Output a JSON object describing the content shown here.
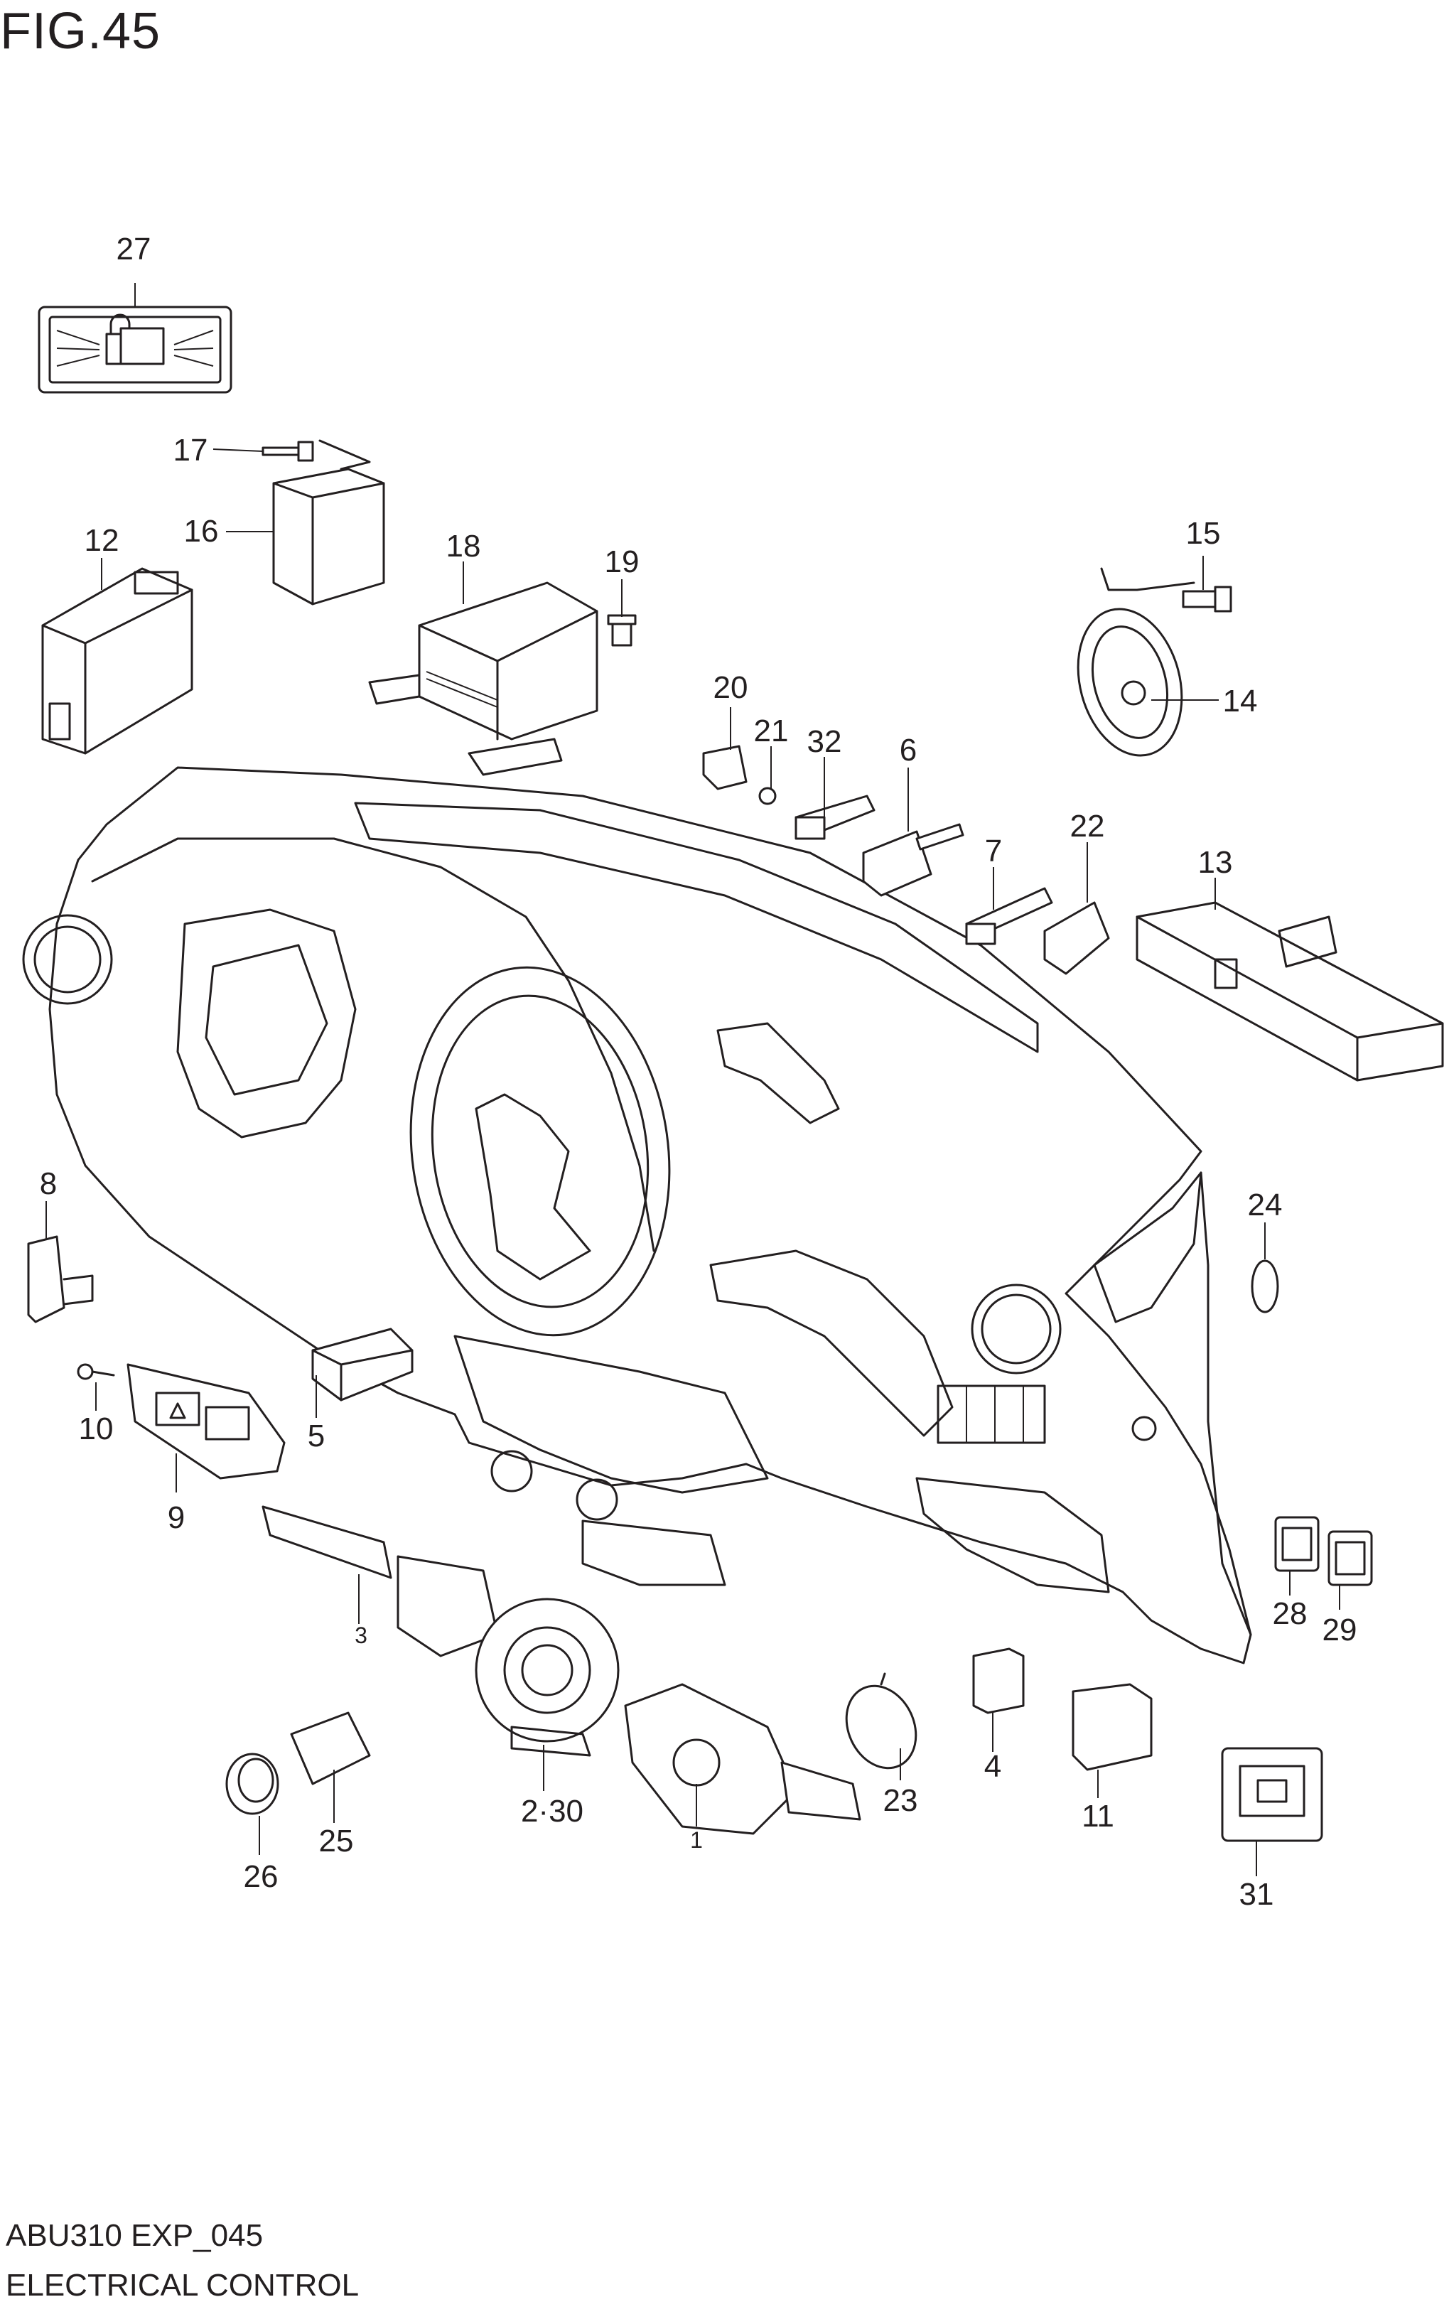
{
  "figure": {
    "title": "FIG.45"
  },
  "footer": {
    "code": "ABU310 EXP_045",
    "name": "ELECTRICAL CONTROL"
  },
  "callouts": {
    "c1": "1",
    "c2_30": "2·30",
    "c3": "3",
    "c4": "4",
    "c5": "5",
    "c6": "6",
    "c7": "7",
    "c8": "8",
    "c9": "9",
    "c10": "10",
    "c11": "11",
    "c12": "12",
    "c13": "13",
    "c14": "14",
    "c15": "15",
    "c16": "16",
    "c17": "17",
    "c18": "18",
    "c19": "19",
    "c20": "20",
    "c21": "21",
    "c22": "22",
    "c23": "23",
    "c24": "24",
    "c25": "25",
    "c26": "26",
    "c27": "27",
    "c28": "28",
    "c29": "29",
    "c31": "31",
    "c32": "32"
  }
}
